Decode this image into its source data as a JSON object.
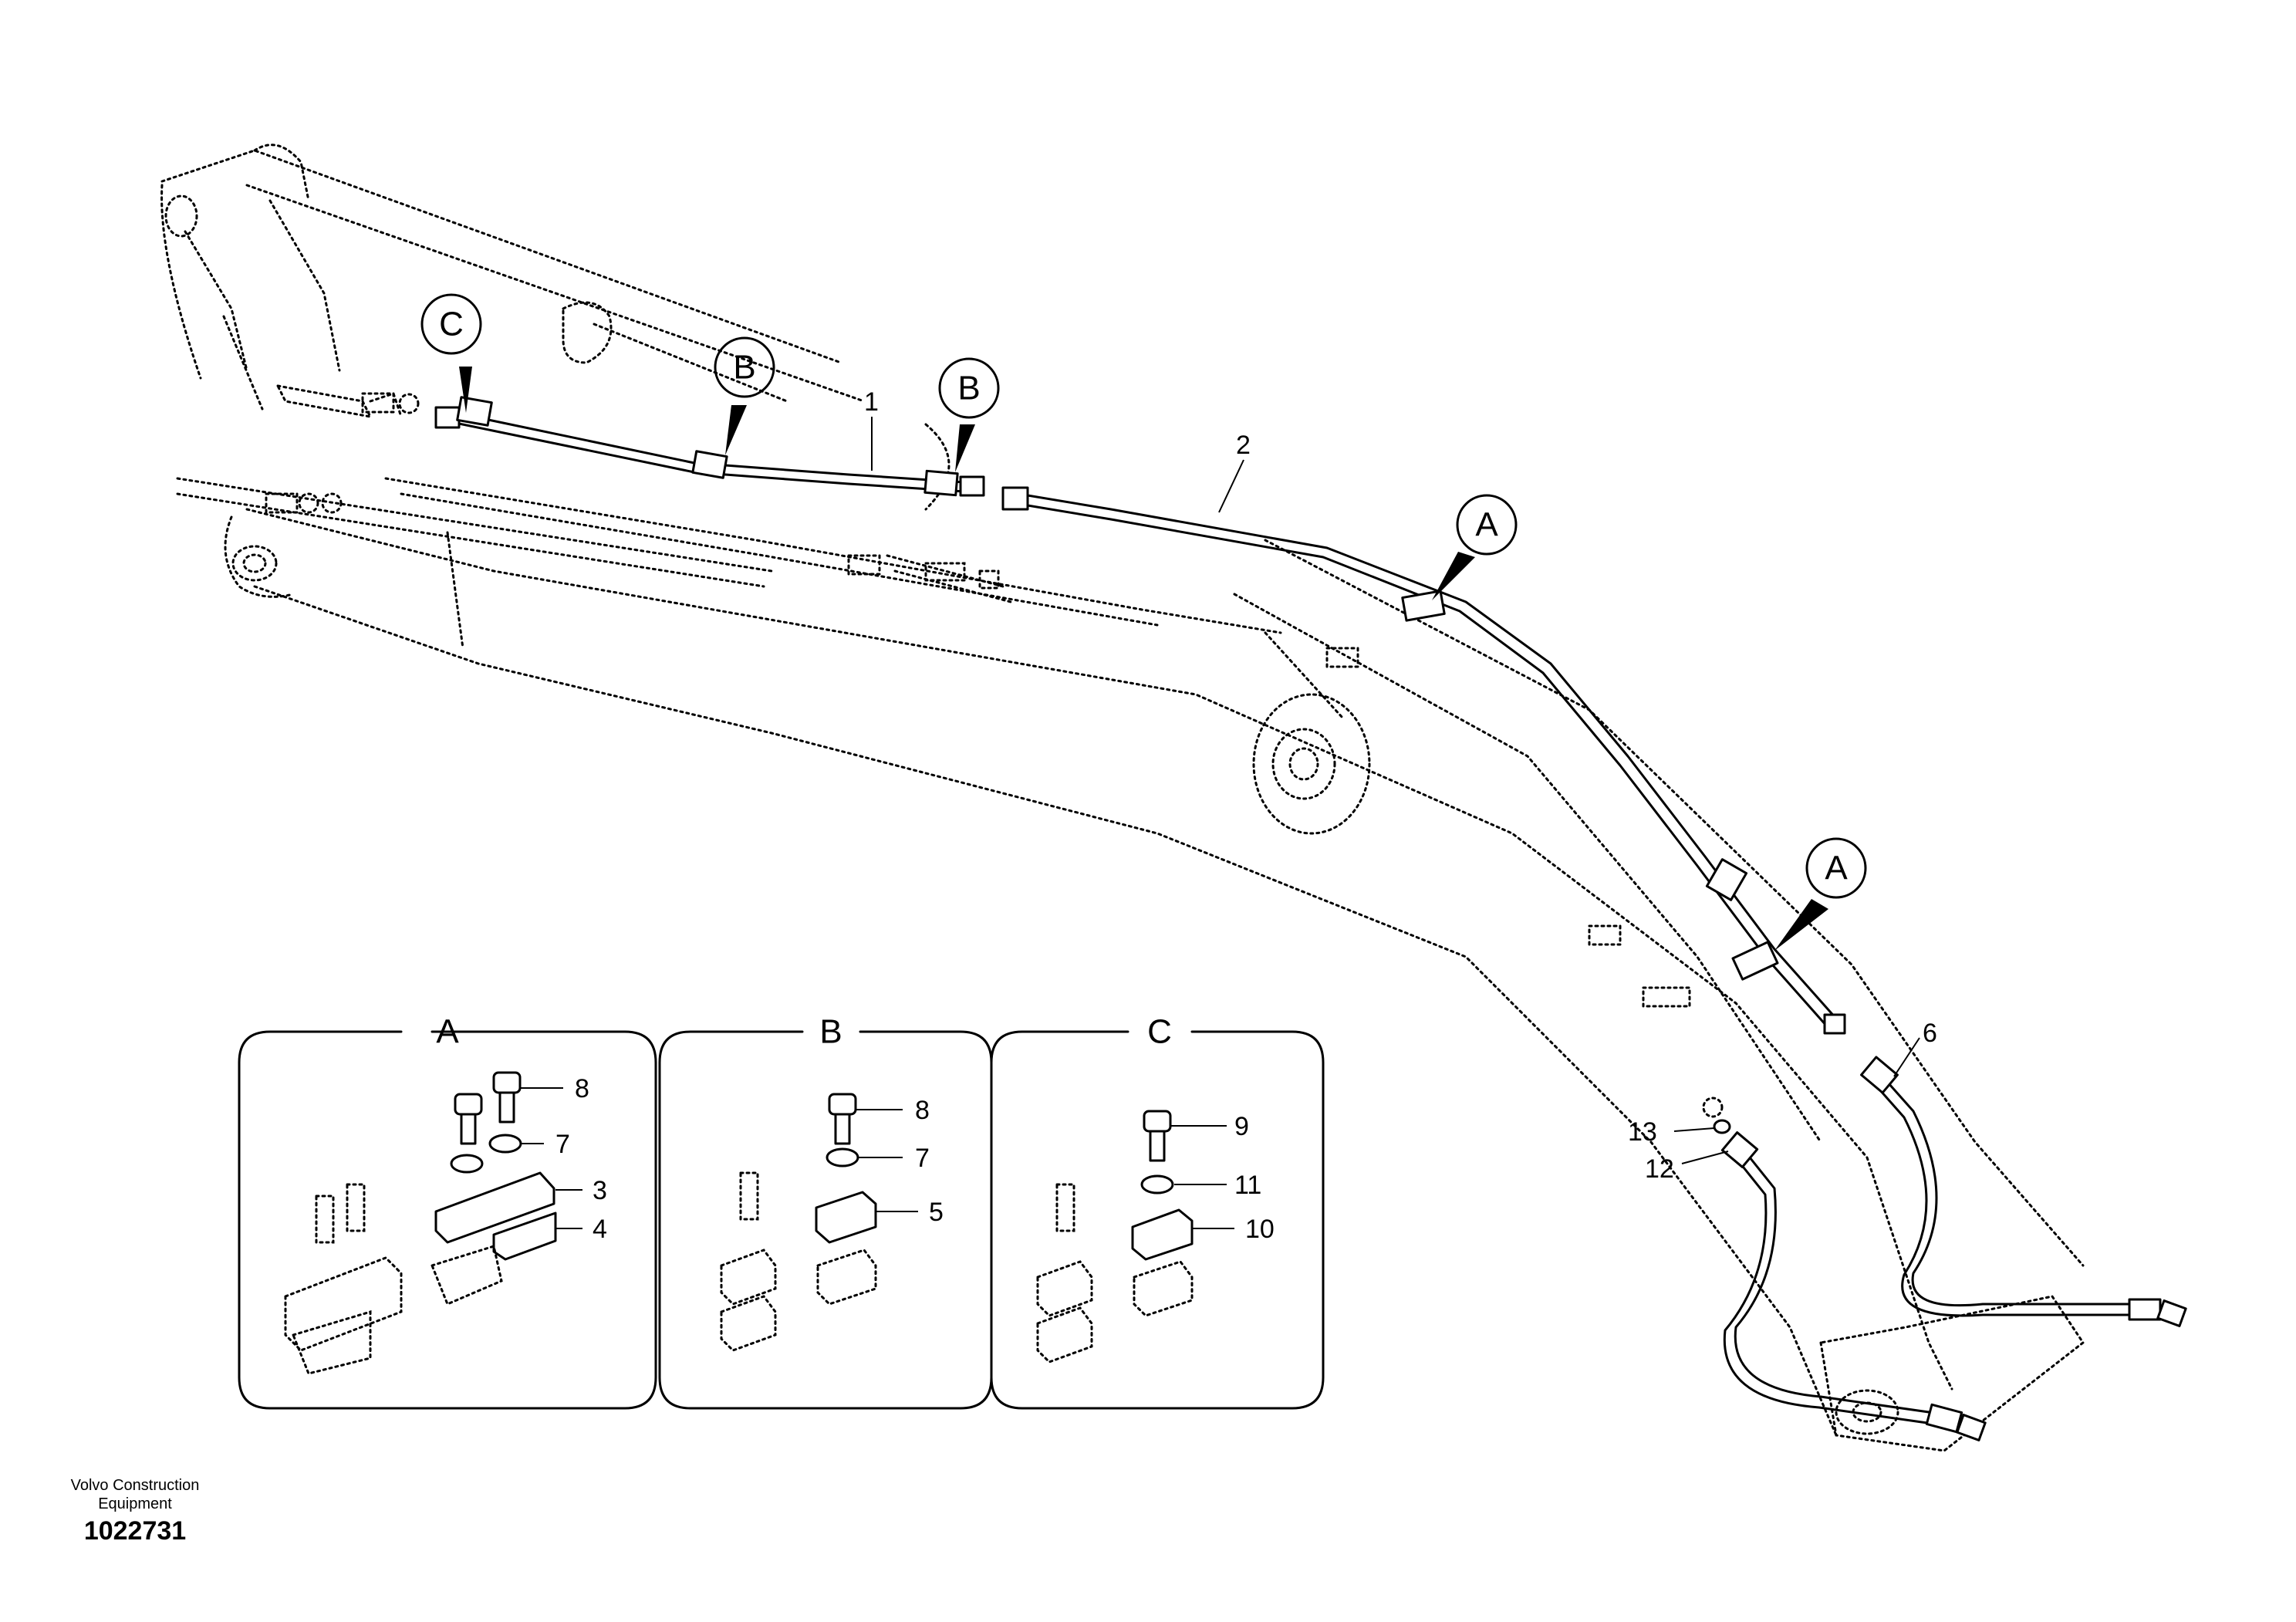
{
  "callouts": {
    "a1": "A",
    "a2": "A",
    "b1": "B",
    "b2": "B",
    "c1": "C"
  },
  "part_numbers": {
    "p1": "1",
    "p2": "2",
    "p6": "6",
    "p12": "12",
    "p13": "13",
    "a8": "8",
    "a7": "7",
    "a3": "3",
    "a4": "4",
    "b8": "8",
    "b7": "7",
    "b5": "5",
    "c9": "9",
    "c11": "11",
    "c10": "10"
  },
  "panels": {
    "a": "A",
    "b": "B",
    "c": "C"
  },
  "footer": {
    "company": "Volvo Construction Equipment",
    "drawing_number": "1022731"
  }
}
